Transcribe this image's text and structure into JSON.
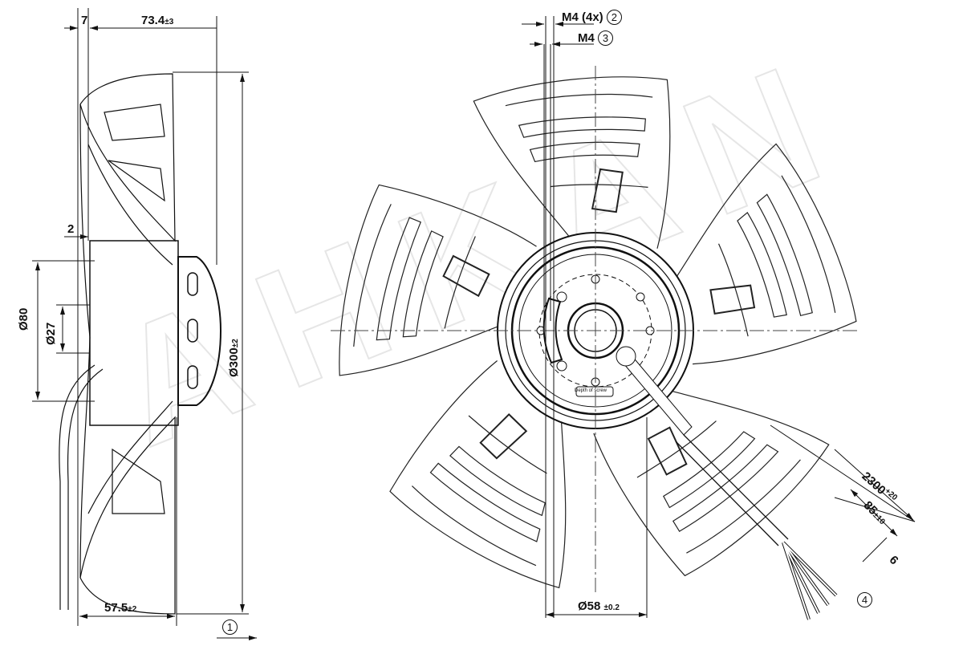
{
  "watermark": "AHKAN",
  "side_view": {
    "dim_7": "7",
    "dim_73_4": "73.4",
    "dim_73_4_tol": "±3",
    "dim_2": "2",
    "dim_d80": "Ø80",
    "dim_d27": "Ø27",
    "dim_d300": "Ø300",
    "dim_d300_tol": "±2",
    "dim_57_5": "57.5",
    "dim_57_5_tol": "±2",
    "callout_1": "1"
  },
  "front_view": {
    "m4_4x": "M4 (4x)",
    "callout_2": "2",
    "m4": "M4",
    "callout_3": "3",
    "dim_d58": "Ø58",
    "dim_d58_tol": "±0.2",
    "dim_2300": "2300",
    "dim_2300_tol": "+20",
    "dim_85": "85",
    "dim_85_tol": "±10",
    "dim_6": "6",
    "callout_4": "4",
    "hub_label": "Depth of screw"
  },
  "colors": {
    "line": "#111111",
    "watermark": "#e6e6e6"
  }
}
